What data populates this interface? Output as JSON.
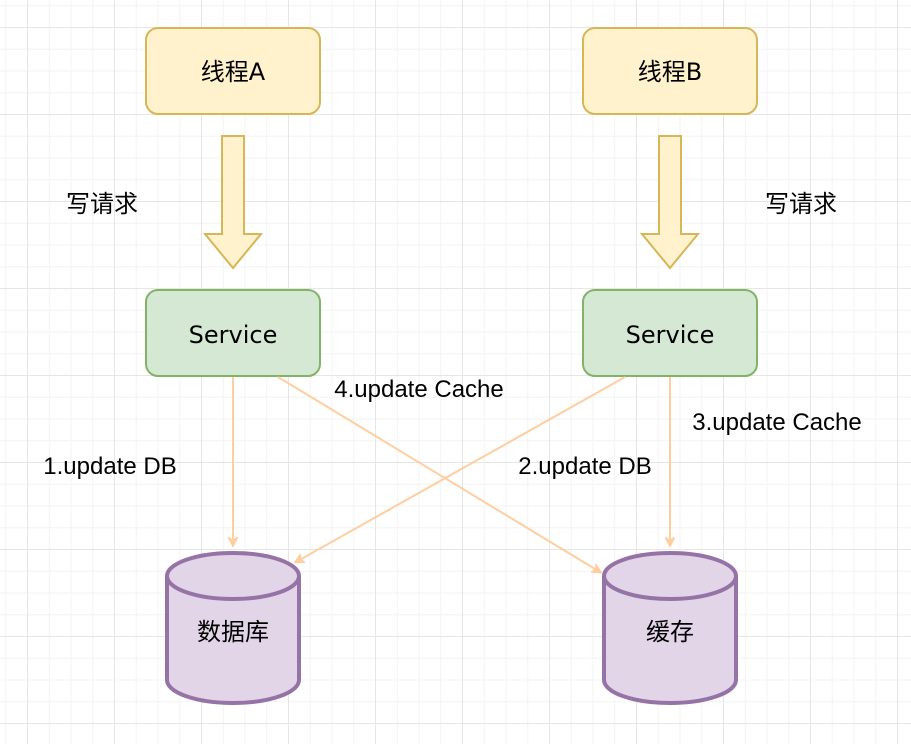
{
  "colors": {
    "thread_fill": "#fff2cc",
    "thread_stroke": "#d6b656",
    "service_fill": "#d5e8d4",
    "service_stroke": "#82b366",
    "db_fill": "#e1d5e7",
    "db_stroke": "#9673a6",
    "edge": "#ffce9f",
    "grid": "#e6e6e6"
  },
  "threads": {
    "a": {
      "label": "线程A"
    },
    "b": {
      "label": "线程B"
    }
  },
  "requests": {
    "a": {
      "label": "写请求"
    },
    "b": {
      "label": "写请求"
    }
  },
  "services": {
    "a": {
      "label": "Service"
    },
    "b": {
      "label": "Service"
    }
  },
  "stores": {
    "database": {
      "label": "数据库"
    },
    "cache": {
      "label": "缓存"
    }
  },
  "edges": {
    "step1": {
      "label": "1.update DB"
    },
    "step2": {
      "label": "2.update DB"
    },
    "step3": {
      "label": "3.update Cache"
    },
    "step4": {
      "label": "4.update Cache"
    }
  }
}
